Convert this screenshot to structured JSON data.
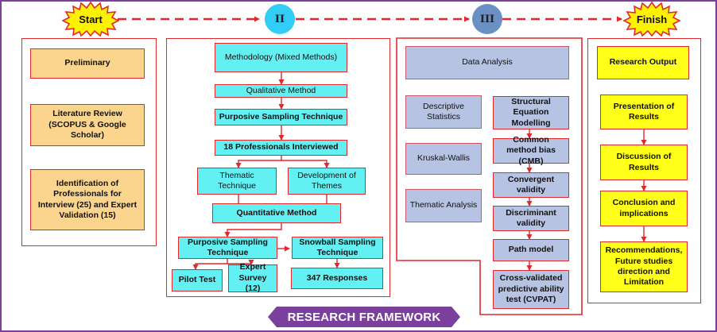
{
  "flow": {
    "start": "Start",
    "phase2": "II",
    "phase3": "III",
    "finish": "Finish"
  },
  "col1": {
    "preliminary": "Preliminary",
    "literature": "Literature Review (SCOPUS & Google Scholar)",
    "identification": "Identification of Professionals for Interview (25) and Expert Validation (15)"
  },
  "col2": {
    "methodology": "Methodology (Mixed Methods)",
    "qualitative": "Qualitative Method",
    "purposive1": "Purposive Sampling Technique",
    "professionals": "18 Professionals Interviewed",
    "thematic": "Thematic Technique",
    "themes": "Development of Themes",
    "quantitative": "Quantitative Method",
    "purposive2": "Purposive Sampling Technique",
    "snowball": "Snowball Sampling Technique",
    "pilot": "Pilot Test",
    "expert": "Expert Survey (12)",
    "responses": "347 Responses"
  },
  "col3": {
    "data_analysis": "Data Analysis",
    "descriptive": "Descriptive Statistics",
    "kruskal": "Kruskal-Wallis",
    "thematic_analysis": "Thematic Analysis",
    "sem": "Structural Equation Modelling",
    "cmb": "Common method bias (CMB)",
    "convergent": "Convergent validity",
    "discriminant": "Discriminant validity",
    "path": "Path model",
    "cvpat": "Cross-validated predictive ability test (CVPAT)"
  },
  "col4": {
    "output": "Research Output",
    "presentation": "Presentation of Results",
    "discussion": "Discussion of Results",
    "conclusion": "Conclusion and implications",
    "recommendations": "Recommendations, Future studies direction and Limitation"
  },
  "banner": "RESEARCH FRAMEWORK",
  "colors": {
    "red": "#e0282d",
    "peach": "#fbd58e",
    "cyan": "#63f0f3",
    "lavender": "#b7c3e2",
    "yellow": "#ffff19",
    "purple": "#7b3f9e",
    "star_fill": "#fff200"
  }
}
